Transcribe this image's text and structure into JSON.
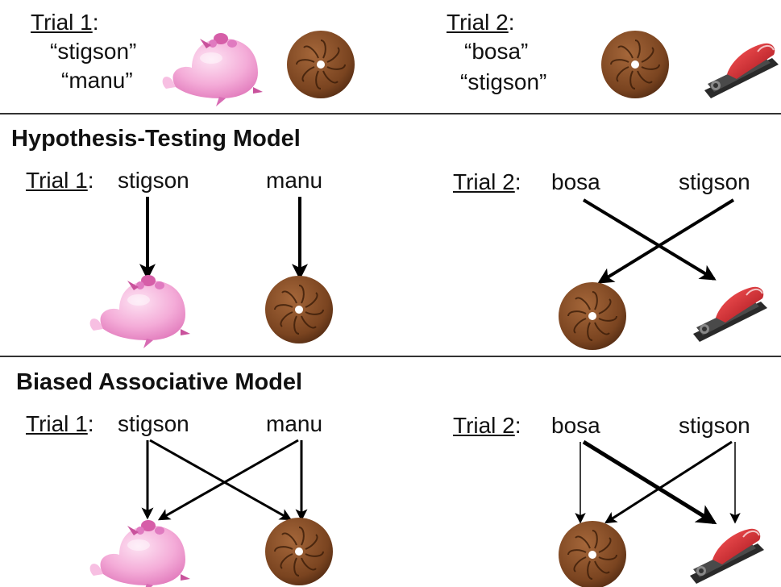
{
  "top": {
    "trial1": {
      "label": "Trial 1",
      "colon": ":",
      "word1": "“stigson”",
      "word2": "“manu”"
    },
    "trial2": {
      "label": "Trial 2",
      "colon": ":",
      "word1": "“bosa”",
      "word2": "“stigson”"
    }
  },
  "hypothesis": {
    "title": "Hypothesis-Testing Model",
    "trial1": {
      "label": "Trial 1",
      "colon": ":",
      "word1": "stigson",
      "word2": "manu"
    },
    "trial2": {
      "label": "Trial 2",
      "colon": ":",
      "word1": "bosa",
      "word2": "stigson"
    }
  },
  "biased": {
    "title": "Biased Associative Model",
    "trial1": {
      "label": "Trial 1",
      "colon": ":",
      "word1": "stigson",
      "word2": "manu"
    },
    "trial2": {
      "label": "Trial 2",
      "colon": ":",
      "word1": "bosa",
      "word2": "stigson"
    }
  },
  "objects": {
    "blob_color": "#f2a6d6",
    "disc_color": "#7a4420",
    "plane_color": "#d11f2a"
  }
}
